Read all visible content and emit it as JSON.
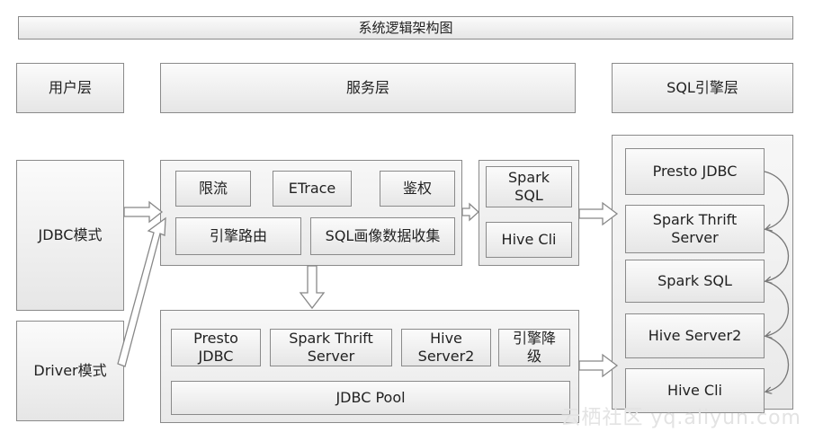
{
  "title": "系统逻辑架构图",
  "layers": {
    "user": "用户层",
    "service": "服务层",
    "sql_engine": "SQL引擎层"
  },
  "user_modes": {
    "jdbc": "JDBC模式",
    "driver": "Driver模式"
  },
  "service_box": {
    "limit": "限流",
    "etrace": "ETrace",
    "auth": "鉴权",
    "engine_routing": "引擎路由",
    "sql_profile": "SQL画像数据收集"
  },
  "spark_group": {
    "spark_sql": "Spark\nSQL",
    "hive_cli": "Hive Cli"
  },
  "pool_box": {
    "presto_jdbc": "Presto\nJDBC",
    "spark_thrift": "Spark Thrift\nServer",
    "hive_server2": "Hive\nServer2",
    "engine_fallback": "引擎降\n级",
    "jdbc_pool": "JDBC Pool"
  },
  "engines": {
    "presto_jdbc": "Presto JDBC",
    "spark_thrift": "Spark Thrift\nServer",
    "spark_sql": "Spark SQL",
    "hive_server2": "Hive Server2",
    "hive_cli": "Hive Cli"
  },
  "watermark": "云栖社区 yq.aliyun.com"
}
